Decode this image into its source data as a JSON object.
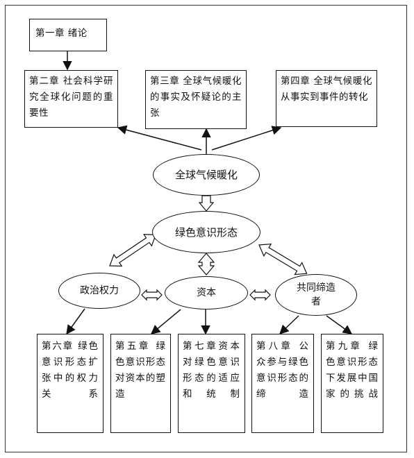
{
  "chapters": {
    "ch1": "第一章  绪论",
    "ch2": "第二章  社会科学研究全球化问题的重要性",
    "ch3": "第三章  全球气候暖化的事实及怀疑论的主张",
    "ch4": "第四章  全球气候暖化从事实到事件的转化",
    "ch5": "第五章 绿色意识形态对资本的塑造",
    "ch6": "第六章 绿色意识形态扩张中的权力关系",
    "ch7": "第七章资本对绿色意识形态的适应和统制",
    "ch8": "第八章 公众参与绿色意识形态的缔造",
    "ch9": "第九章 绿色意识形态下发展中国家的挑战"
  },
  "nodes": {
    "warming": "全球气候暖化",
    "ideology": "绿色意识形态",
    "politics": "政治权力",
    "capital": "资本",
    "cocreators": "共同缔造者"
  }
}
